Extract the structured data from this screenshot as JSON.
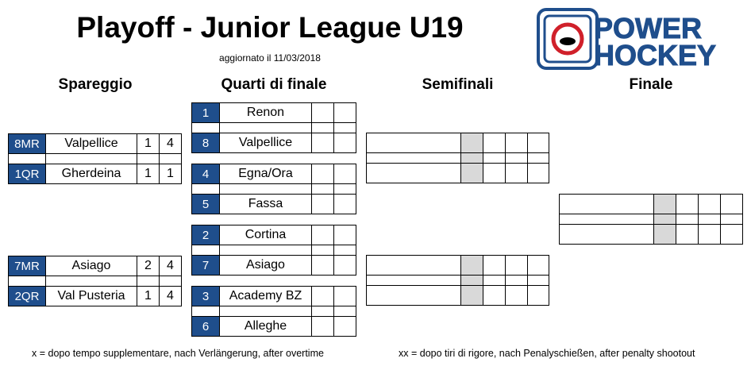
{
  "header": {
    "title": "Playoff - Junior League U19",
    "subtitle": "aggiornato il 11/03/2018",
    "logo_text": [
      "POWER",
      "HOCKEY"
    ]
  },
  "columns": {
    "spareggio": "Spareggio",
    "quarti": "Quarti di finale",
    "semifinali": "Semifinali",
    "finale": "Finale"
  },
  "spareggio": [
    {
      "seed": "8MR",
      "team": "Valpellice",
      "s1": "1",
      "s2": "4"
    },
    {
      "seed": "1QR",
      "team": "Gherdeina",
      "s1": "1",
      "s2": "1"
    },
    {
      "seed": "7MR",
      "team": "Asiago",
      "s1": "2",
      "s2": "4"
    },
    {
      "seed": "2QR",
      "team": "Val Pusteria",
      "s1": "1",
      "s2": "4"
    }
  ],
  "quarti": [
    {
      "seed": "1",
      "team": "Renon"
    },
    {
      "seed": "8",
      "team": "Valpellice"
    },
    {
      "seed": "4",
      "team": "Egna/Ora"
    },
    {
      "seed": "5",
      "team": "Fassa"
    },
    {
      "seed": "2",
      "team": "Cortina"
    },
    {
      "seed": "7",
      "team": "Asiago"
    },
    {
      "seed": "3",
      "team": "Academy BZ"
    },
    {
      "seed": "6",
      "team": "Alleghe"
    }
  ],
  "footer": {
    "left": "x = dopo tempo supplementare, nach Verlängerung, after overtime",
    "right": "xx = dopo tiri di rigore, nach Penalyschießen, after penalty shootout"
  },
  "colors": {
    "seed_bg": "#1f4e8c",
    "gray_cell": "#d9d9d9",
    "logo_blue": "#1f4e8c",
    "logo_red": "#d0202a"
  }
}
